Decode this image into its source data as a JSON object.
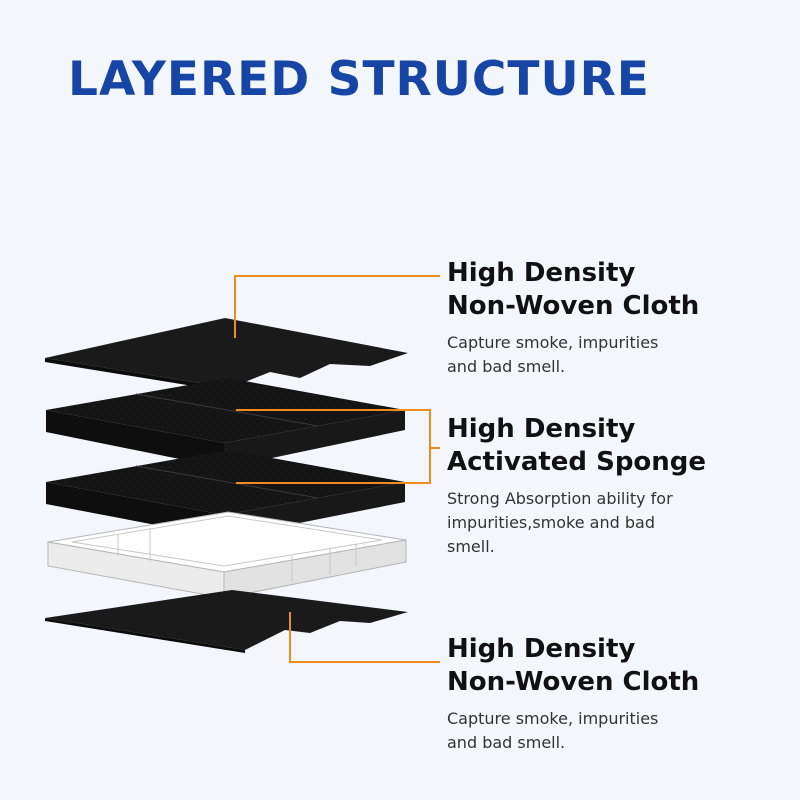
{
  "title": "LAYERED STRUCTURE",
  "colors": {
    "title": "#1745a6",
    "leader_line": "#f08c1e",
    "layer": "#141414",
    "frame": "#f0f0f0"
  },
  "layers": [
    {
      "heading_line1": "High Density",
      "heading_line2": "Non-Woven Cloth",
      "description_line1": "Capture smoke, impurities",
      "description_line2": "and bad smell."
    },
    {
      "heading_line1": "High Density",
      "heading_line2": "Activated Sponge",
      "description_line1": "Strong Absorption ability for",
      "description_line2": "impurities,smoke and bad",
      "description_line3": "smell."
    },
    {
      "heading_line1": "High Density",
      "heading_line2": "Non-Woven Cloth",
      "description_line1": "Capture smoke, impurities",
      "description_line2": "and bad smell."
    }
  ]
}
